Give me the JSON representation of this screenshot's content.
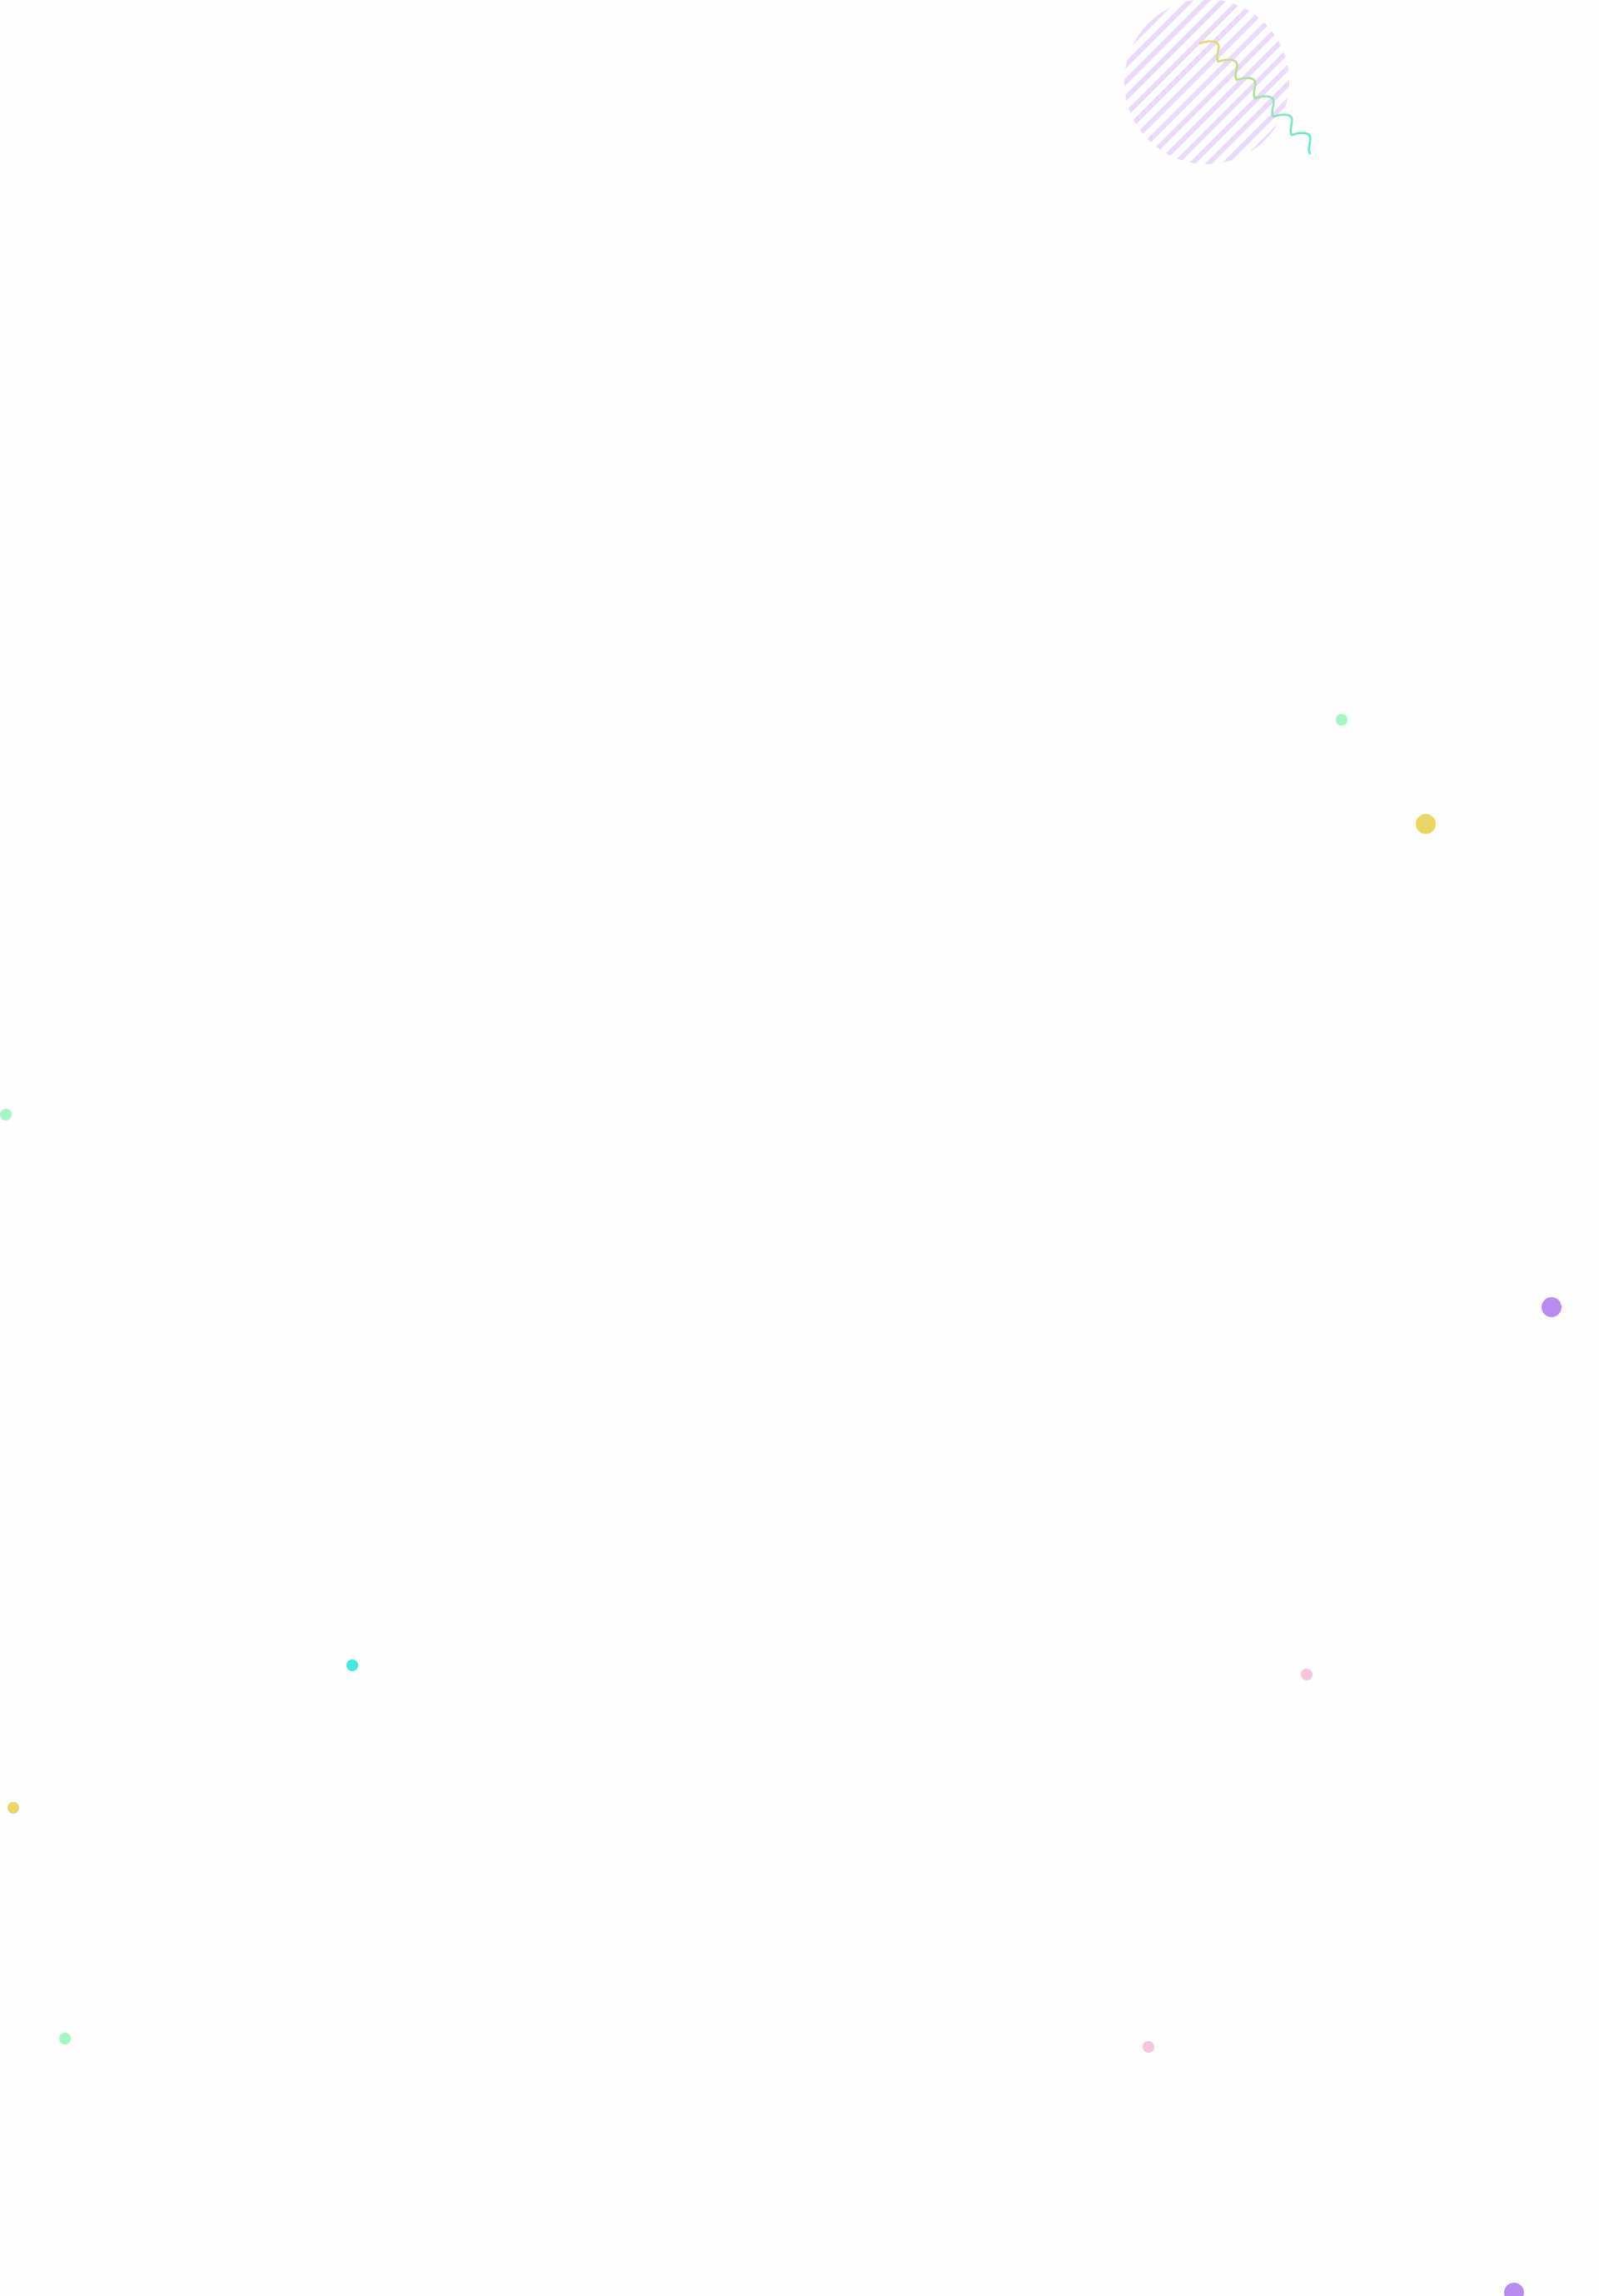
{
  "decorations": {
    "colors": {
      "stripe_circle": "#ead9fb",
      "wave_start": "#ecd663",
      "wave_end": "#4ef0dc",
      "green_dot": "#a6f5c4",
      "yellow_dot": "#ecd663",
      "purple_dot": "#b98af0",
      "cyan_dot": "#3eeadc",
      "pink_dot": "#f3c6dc"
    },
    "icons": [
      "striped-circle",
      "squiggle-line",
      "confetti-dot"
    ]
  }
}
